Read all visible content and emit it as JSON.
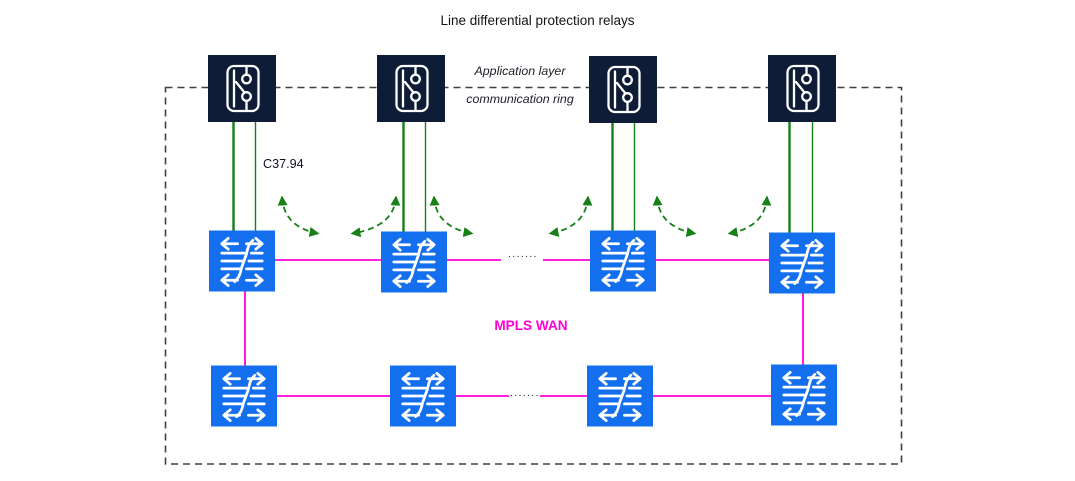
{
  "diagram": {
    "title": "Line differential protection relays",
    "labels": {
      "app_ring_line1": "Application layer",
      "app_ring_line2": "communication ring",
      "protocol": "C37.94",
      "wan": "MPLS WAN",
      "ellipsis_top": ".......",
      "ellipsis_bottom": "......."
    },
    "nodes": {
      "relays": [
        "relay-1",
        "relay-2",
        "relay-3",
        "relay-4"
      ],
      "wan_switches_top": [
        "switch-1",
        "switch-2",
        "switch-3",
        "switch-4"
      ],
      "wan_switches_bottom": [
        "switch-5",
        "switch-6",
        "switch-7",
        "switch-8"
      ]
    },
    "icons": {
      "relay": "circuit-breaker-icon",
      "switch": "mpls-switch-icon"
    },
    "colors": {
      "relay-bg": "#0E1C38",
      "switch-bg": "#146FEF",
      "green-link": "#178017",
      "magenta-link": "#FF00D7",
      "dash-border": "#404040",
      "text-dark": "#141414",
      "icon-stroke": "#FFFFFF"
    }
  }
}
